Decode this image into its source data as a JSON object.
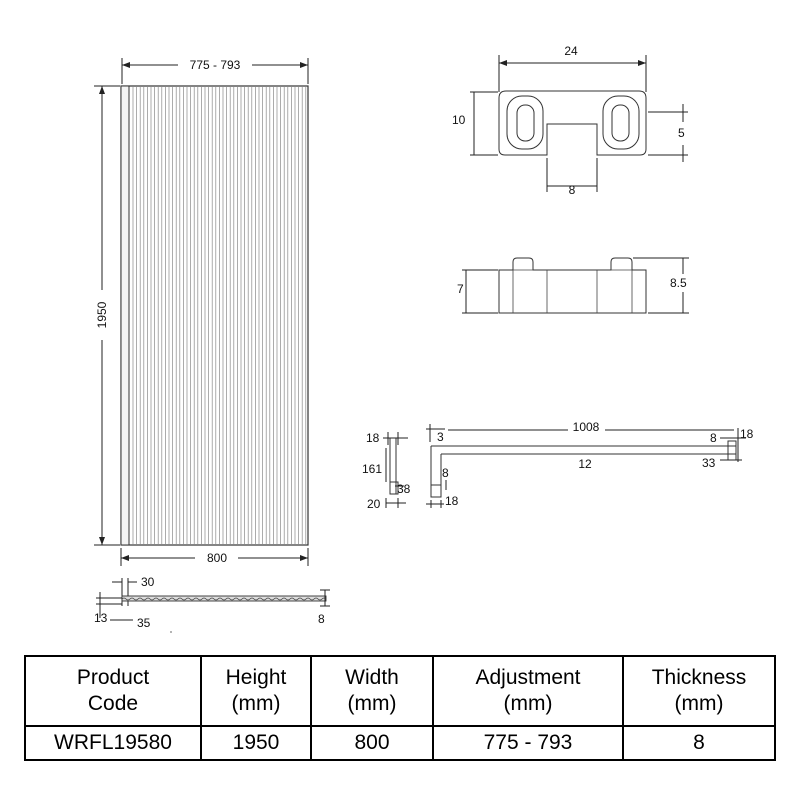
{
  "panel": {
    "width_range": "775 - 793",
    "height": "1950",
    "width": "800"
  },
  "section": {
    "dim_30": "30",
    "dim_13": "13",
    "dim_35": "35",
    "dim_8": "8"
  },
  "bracket_top": {
    "width": "24",
    "height": "10",
    "slot_depth": "5",
    "notch_width": "8"
  },
  "bracket_side": {
    "left_height": "7",
    "right_height": "8.5"
  },
  "profile_small": {
    "top": "18",
    "length": "161",
    "depth": "38",
    "base": "20"
  },
  "arm": {
    "left_offset": "3",
    "length": "1008",
    "mid": "12",
    "end_a": "8",
    "end_b": "18",
    "end_c": "33",
    "drop_a": "8",
    "drop_b": "18"
  },
  "table": {
    "headers": [
      [
        "Product",
        "Code"
      ],
      [
        "Height",
        "(mm)"
      ],
      [
        "Width",
        "(mm)"
      ],
      [
        "Adjustment",
        "(mm)"
      ],
      [
        "Thickness",
        "(mm)"
      ]
    ],
    "values": [
      "WRFL19580",
      "1950",
      "800",
      "775 - 793",
      "8"
    ]
  }
}
